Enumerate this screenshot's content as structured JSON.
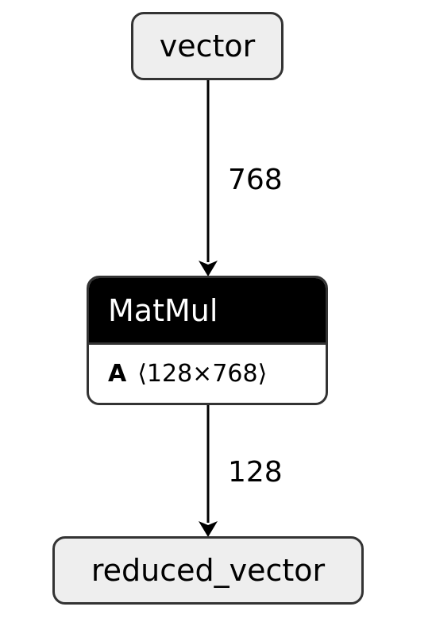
{
  "nodes": {
    "input": {
      "label": "vector"
    },
    "op": {
      "name": "MatMul",
      "attribute": {
        "name": "A",
        "value": "⟨128×768⟩"
      }
    },
    "output": {
      "label": "reduced_vector"
    }
  },
  "edges": [
    {
      "from": "vector",
      "to": "MatMul",
      "label": "768"
    },
    {
      "from": "MatMul",
      "to": "reduced_vector",
      "label": "128"
    }
  ],
  "colors": {
    "node_fill": "#eeeeee",
    "node_border": "#333333",
    "op_header_fill": "#000000",
    "op_header_text": "#ffffff",
    "edge": "#000000"
  }
}
